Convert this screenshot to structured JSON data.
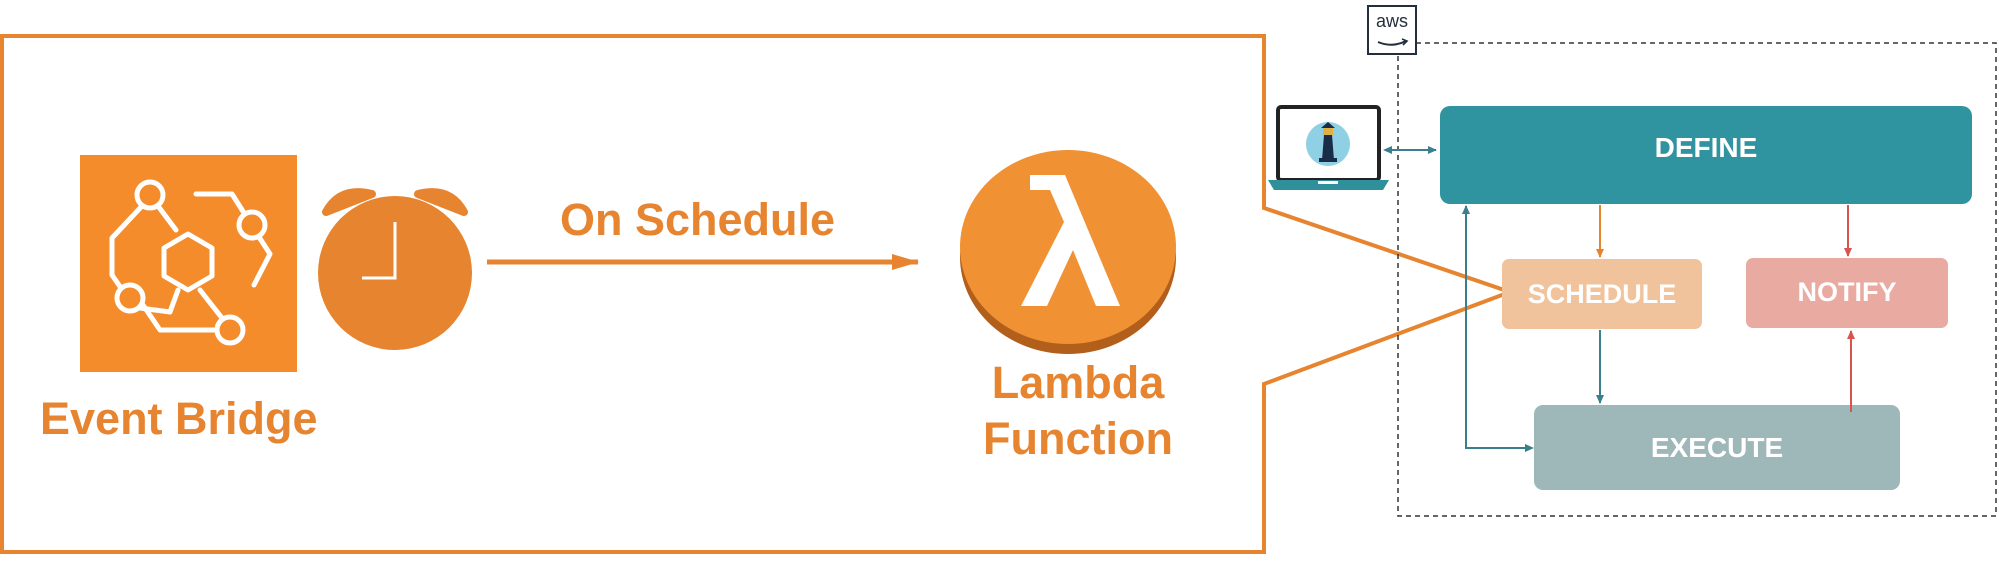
{
  "colors": {
    "accent_orange": "#e68430",
    "icon_orange": "#f48c2b",
    "define_teal": "#2f949f",
    "schedule_peach": "#f1c39c",
    "notify_pink": "#e9aaa1",
    "execute_gray": "#9eb7b9",
    "arrow_orange": "#e68430",
    "arrow_red": "#d9534f",
    "arrow_teal": "#3a7f8c",
    "frame_dashed": "#333333"
  },
  "left_panel": {
    "event_bridge_label": "Event Bridge",
    "arrow_label": "On Schedule",
    "lambda_label_line1": "Lambda",
    "lambda_label_line2": "Function",
    "icons": [
      "eventbridge-icon",
      "alarm-clock-icon",
      "lambda-icon"
    ]
  },
  "right_panel": {
    "cloud_badge": "aws",
    "client_icon": "laptop-lighthouse-icon",
    "boxes": {
      "define": "DEFINE",
      "schedule": "SCHEDULE",
      "notify": "NOTIFY",
      "execute": "EXECUTE"
    }
  }
}
